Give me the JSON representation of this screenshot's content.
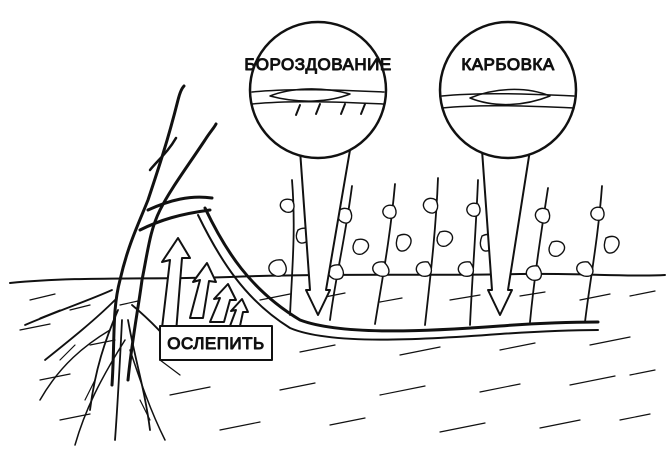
{
  "labels": {
    "furrowing": "БОРОЗДОВАНИЕ",
    "carving": "КАРБОВКА",
    "blind": "ОСЛЕПИТЬ"
  },
  "colors": {
    "ink": "#111111",
    "paper": "#ffffff"
  }
}
